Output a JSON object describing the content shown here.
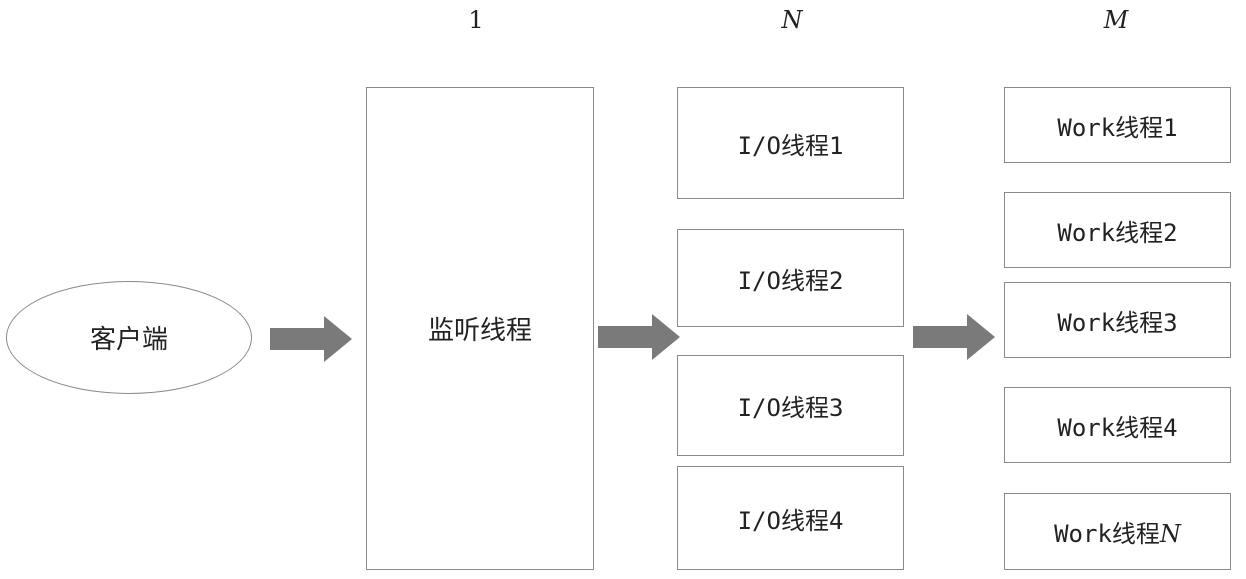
{
  "headers": {
    "listener_count": "1",
    "io_count": "N",
    "worker_count": "M"
  },
  "client": {
    "label": "客户端"
  },
  "listener": {
    "label": "监听线程"
  },
  "io_threads": [
    {
      "label": "I/O线程1"
    },
    {
      "label": "I/O线程2"
    },
    {
      "label": "I/O线程3"
    },
    {
      "label": "I/O线程4"
    }
  ],
  "work_threads": [
    {
      "label": "Work线程1"
    },
    {
      "label": "Work线程2"
    },
    {
      "label": "Work线程3"
    },
    {
      "label": "Work线程4"
    },
    {
      "label_prefix": "Work线程",
      "label_suffix": "N"
    }
  ],
  "colors": {
    "box_border": "#8a8a8a",
    "arrow_fill": "#7a7a7a",
    "text": "#222222"
  }
}
